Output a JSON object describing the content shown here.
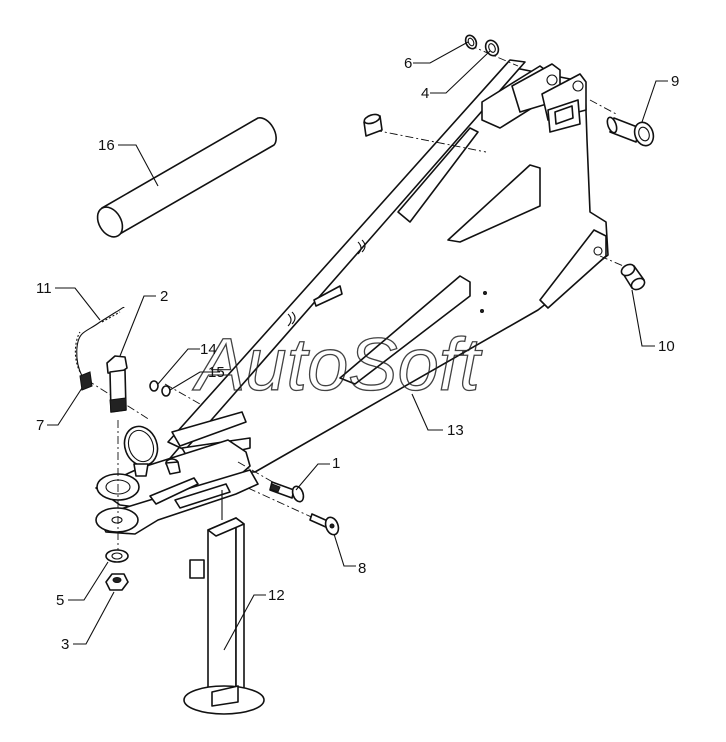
{
  "diagram": {
    "watermark": "AutoSoft",
    "callouts": [
      {
        "id": "c1",
        "text": "1"
      },
      {
        "id": "c2",
        "text": "2"
      },
      {
        "id": "c3",
        "text": "3"
      },
      {
        "id": "c4",
        "text": "4"
      },
      {
        "id": "c5",
        "text": "5"
      },
      {
        "id": "c6",
        "text": "6"
      },
      {
        "id": "c7",
        "text": "7"
      },
      {
        "id": "c8",
        "text": "8"
      },
      {
        "id": "c9",
        "text": "9"
      },
      {
        "id": "c10",
        "text": "10"
      },
      {
        "id": "c11",
        "text": "11"
      },
      {
        "id": "c12",
        "text": "12"
      },
      {
        "id": "c13",
        "text": "13"
      },
      {
        "id": "c14",
        "text": "14"
      },
      {
        "id": "c15",
        "text": "15"
      },
      {
        "id": "c16",
        "text": "16"
      }
    ]
  }
}
